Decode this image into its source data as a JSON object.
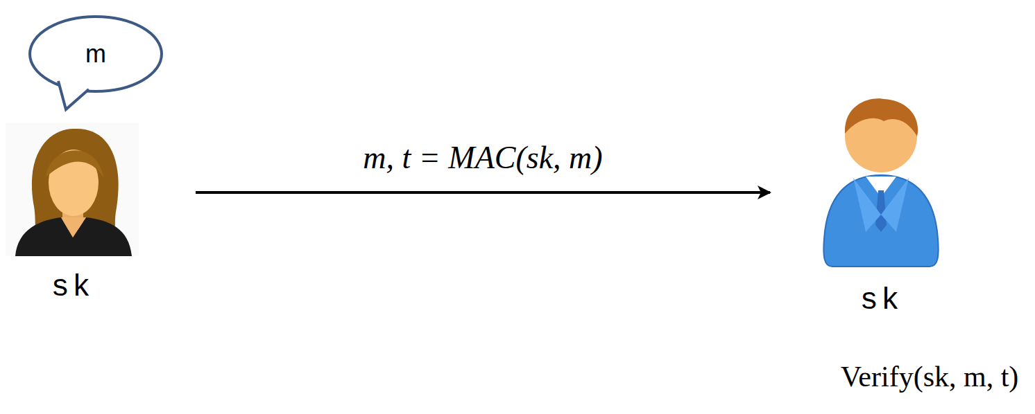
{
  "diagram": {
    "nodes": [
      {
        "text": [
          "m"
        ]
      },
      {
        "text": [
          "sk"
        ]
      },
      {
        "text": [
          "sk"
        ]
      }
    ],
    "edges": [
      {
        "from": 1,
        "to": 2,
        "arrow": "to",
        "label": "m, t = MAC(sk, m)"
      }
    ],
    "labels": [
      "Verify(sk, m, t)"
    ]
  }
}
